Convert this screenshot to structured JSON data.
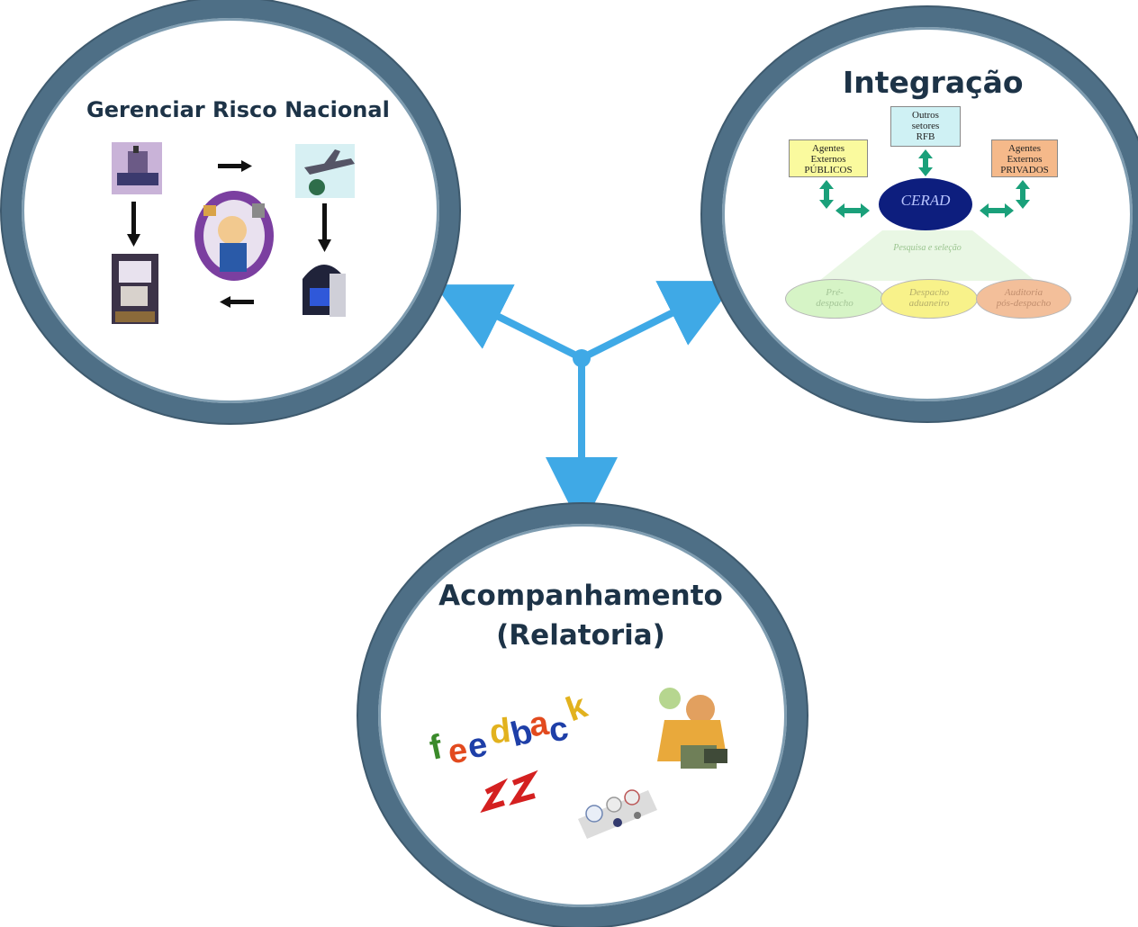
{
  "circles": {
    "risk": {
      "title": "Gerenciar Risco Nacional"
    },
    "integration": {
      "title": "Integração",
      "boxes": {
        "outros": [
          "Outros",
          "setores",
          "RFB"
        ],
        "publicos": [
          "Agentes",
          "Externos",
          "PÚBLICOS"
        ],
        "privados": [
          "Agentes",
          "Externos",
          "PRIVADOS"
        ]
      },
      "center": "CERAD",
      "selection_label": "Pesquisa e seleção",
      "stages": [
        [
          "Pré-",
          "despacho"
        ],
        [
          "Despacho",
          "aduaneiro"
        ],
        [
          "Auditoria",
          "pós-despacho"
        ]
      ]
    },
    "monitoring": {
      "title_line1": "Acompanhamento",
      "title_line2": "(Relatoria)",
      "feedback_word": "feedback"
    }
  },
  "colors": {
    "ring": "#4e6f86",
    "connector": "#3fa9e6",
    "title": "#1d3347",
    "cerad": "#0d1e7e",
    "teal_arrow": "#1aa07a"
  },
  "icons": [
    "ship-icon",
    "airplane-icon",
    "truck-icon",
    "scanner-icon",
    "officer-icon",
    "smiley-buttons-icon",
    "phone-worker-icon",
    "arrows-icon"
  ]
}
